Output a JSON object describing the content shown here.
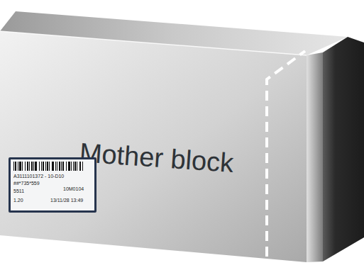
{
  "diagram": {
    "nodes": [
      {
        "text": [
          "Mother block"
        ]
      },
      {
        "text": [
          "A3111101372 - 10-D10",
          "##*735*559",
          "10M0104",
          "5511",
          "1.20",
          "13/11/28 13:49"
        ],
        "in": 0
      }
    ]
  }
}
